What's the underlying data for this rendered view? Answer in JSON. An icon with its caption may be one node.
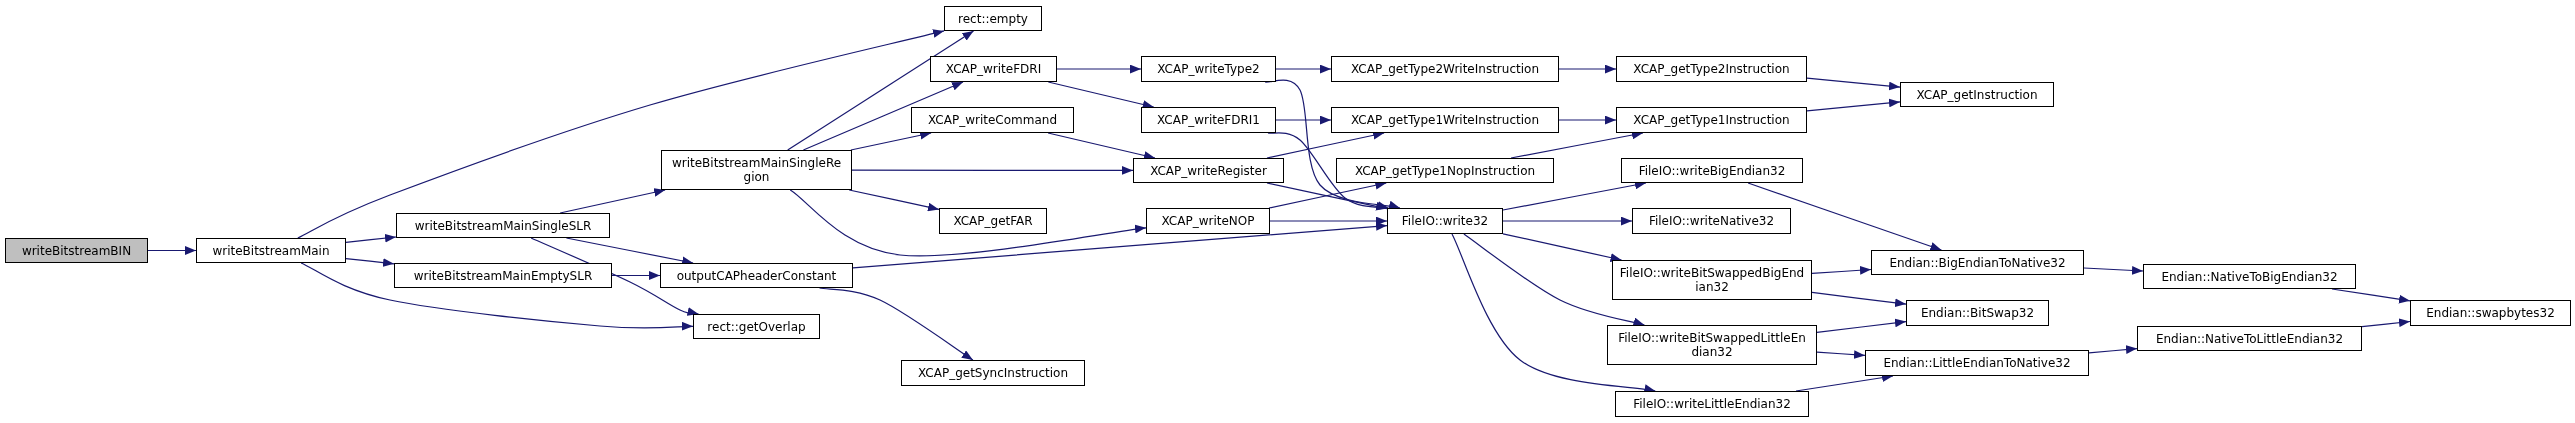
{
  "diagram": {
    "nodes": [
      {
        "text": [
          "writeBitstreamBIN"
        ]
      },
      {
        "text": [
          "writeBitstreamMain"
        ]
      },
      {
        "text": [
          "writeBitstreamMainSingleSLR"
        ]
      },
      {
        "text": [
          "writeBitstreamMainEmptySLR"
        ]
      },
      {
        "text": [
          "rect::empty"
        ]
      },
      {
        "text": [
          "writeBitstreamMainSingleRegion"
        ]
      },
      {
        "text": [
          "outputCAPheaderConstant"
        ]
      },
      {
        "text": [
          "rect::getOverlap"
        ]
      },
      {
        "text": [
          "XCAP_writeFDRI"
        ]
      },
      {
        "text": [
          "XCAP_writeCommand"
        ]
      },
      {
        "text": [
          "XCAP_getFAR"
        ]
      },
      {
        "text": [
          "XCAP_getSyncInstruction"
        ]
      },
      {
        "text": [
          "XCAP_writeType2"
        ]
      },
      {
        "text": [
          "XCAP_writeFDRI1"
        ]
      },
      {
        "text": [
          "XCAP_writeRegister"
        ]
      },
      {
        "text": [
          "XCAP_writeNOP"
        ]
      },
      {
        "text": [
          "XCAP_getType2WriteInstruction"
        ]
      },
      {
        "text": [
          "XCAP_getType1WriteInstruction"
        ]
      },
      {
        "text": [
          "XCAP_getType1NopInstruction"
        ]
      },
      {
        "text": [
          "FileIO::write32"
        ]
      },
      {
        "text": [
          "XCAP_getType2Instruction"
        ]
      },
      {
        "text": [
          "XCAP_getType1Instruction"
        ]
      },
      {
        "text": [
          "FileIO::writeBigEndian32"
        ]
      },
      {
        "text": [
          "FileIO::writeNative32"
        ]
      },
      {
        "text": [
          "FileIO::writeBitSwappedBigEndian32"
        ]
      },
      {
        "text": [
          "FileIO::writeBitSwappedLittleEndian32"
        ]
      },
      {
        "text": [
          "FileIO::writeLittleEndian32"
        ]
      },
      {
        "text": [
          "XCAP_getInstruction"
        ]
      },
      {
        "text": [
          "Endian::BigEndianToNative32"
        ]
      },
      {
        "text": [
          "Endian::BitSwap32"
        ]
      },
      {
        "text": [
          "Endian::LittleEndianToNative32"
        ]
      },
      {
        "text": [
          "Endian::NativeToBigEndian32"
        ]
      },
      {
        "text": [
          "Endian::NativeToLittleEndian32"
        ]
      },
      {
        "text": [
          "Endian::swapbytes32"
        ]
      }
    ],
    "edges": [
      {
        "from": 0,
        "to": 1,
        "arrow": "to"
      },
      {
        "from": 1,
        "to": 4,
        "arrow": "to"
      },
      {
        "from": 1,
        "to": 2,
        "arrow": "to"
      },
      {
        "from": 1,
        "to": 3,
        "arrow": "to"
      },
      {
        "from": 1,
        "to": 7,
        "arrow": "to"
      },
      {
        "from": 2,
        "to": 5,
        "arrow": "to"
      },
      {
        "from": 2,
        "to": 6,
        "arrow": "to"
      },
      {
        "from": 2,
        "to": 7,
        "arrow": "to"
      },
      {
        "from": 3,
        "to": 6,
        "arrow": "to"
      },
      {
        "from": 5,
        "to": 4,
        "arrow": "to"
      },
      {
        "from": 5,
        "to": 8,
        "arrow": "to"
      },
      {
        "from": 5,
        "to": 9,
        "arrow": "to"
      },
      {
        "from": 5,
        "to": 14,
        "arrow": "to"
      },
      {
        "from": 5,
        "to": 10,
        "arrow": "to"
      },
      {
        "from": 5,
        "to": 15,
        "arrow": "to"
      },
      {
        "from": 6,
        "to": 19,
        "arrow": "to"
      },
      {
        "from": 6,
        "to": 11,
        "arrow": "to"
      },
      {
        "from": 8,
        "to": 12,
        "arrow": "to"
      },
      {
        "from": 8,
        "to": 13,
        "arrow": "to"
      },
      {
        "from": 9,
        "to": 14,
        "arrow": "to"
      },
      {
        "from": 12,
        "to": 16,
        "arrow": "to"
      },
      {
        "from": 12,
        "to": 19,
        "arrow": "to"
      },
      {
        "from": 13,
        "to": 17,
        "arrow": "to"
      },
      {
        "from": 13,
        "to": 19,
        "arrow": "to"
      },
      {
        "from": 14,
        "to": 17,
        "arrow": "to"
      },
      {
        "from": 14,
        "to": 19,
        "arrow": "to"
      },
      {
        "from": 15,
        "to": 18,
        "arrow": "to"
      },
      {
        "from": 15,
        "to": 19,
        "arrow": "to"
      },
      {
        "from": 16,
        "to": 20,
        "arrow": "to"
      },
      {
        "from": 17,
        "to": 21,
        "arrow": "to"
      },
      {
        "from": 18,
        "to": 21,
        "arrow": "to"
      },
      {
        "from": 20,
        "to": 27,
        "arrow": "to"
      },
      {
        "from": 21,
        "to": 27,
        "arrow": "to"
      },
      {
        "from": 19,
        "to": 22,
        "arrow": "to"
      },
      {
        "from": 19,
        "to": 23,
        "arrow": "to"
      },
      {
        "from": 19,
        "to": 24,
        "arrow": "to"
      },
      {
        "from": 19,
        "to": 25,
        "arrow": "to"
      },
      {
        "from": 19,
        "to": 26,
        "arrow": "to"
      },
      {
        "from": 22,
        "to": 28,
        "arrow": "to"
      },
      {
        "from": 24,
        "to": 28,
        "arrow": "to"
      },
      {
        "from": 24,
        "to": 29,
        "arrow": "to"
      },
      {
        "from": 25,
        "to": 29,
        "arrow": "to"
      },
      {
        "from": 25,
        "to": 30,
        "arrow": "to"
      },
      {
        "from": 26,
        "to": 30,
        "arrow": "to"
      },
      {
        "from": 28,
        "to": 31,
        "arrow": "to"
      },
      {
        "from": 30,
        "to": 32,
        "arrow": "to"
      },
      {
        "from": 31,
        "to": 33,
        "arrow": "to"
      },
      {
        "from": 32,
        "to": 33,
        "arrow": "to"
      }
    ]
  }
}
